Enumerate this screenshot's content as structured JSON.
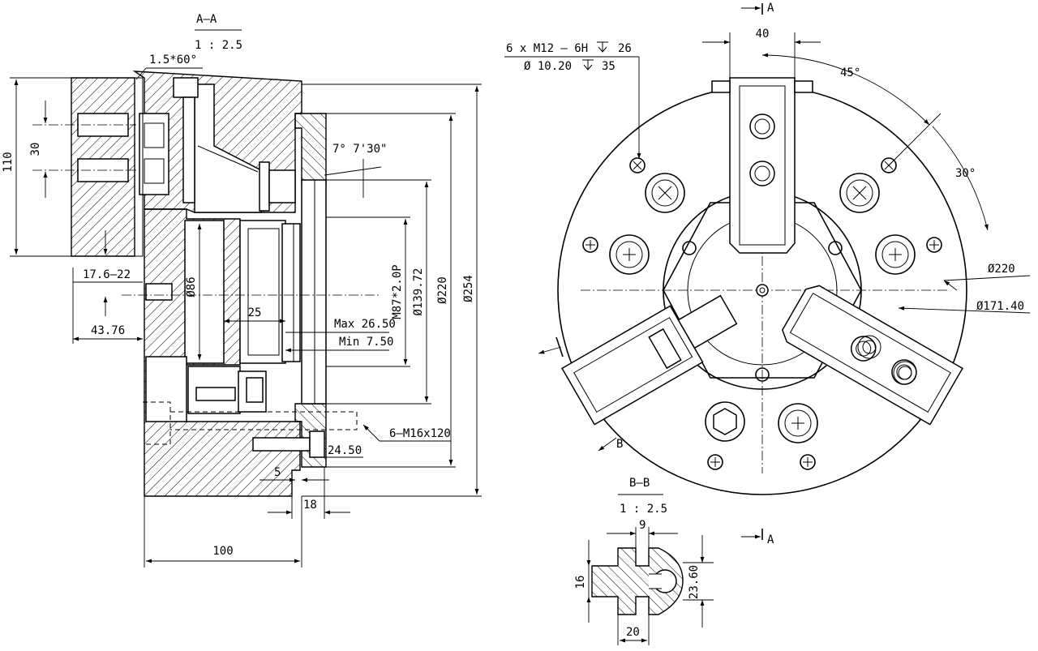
{
  "section_aa": {
    "title": "A–A",
    "scale": "1 : 2.5"
  },
  "section_bb": {
    "title": "B–B",
    "scale": "1 : 2.5"
  },
  "section_markers": {
    "a_top": "A",
    "a_bottom": "A",
    "b_left": "B"
  },
  "left_view_dims": {
    "chamfer": "1.5*60°",
    "h110": "110",
    "h30": "30",
    "d17": "17.6–22",
    "d43": "43.76",
    "d86": "Ø86",
    "d25": "25",
    "max": "Max 26.50",
    "min": "Min 7.50",
    "thread": "M87*2.0P",
    "d139": "Ø139.72",
    "d220": "Ø220",
    "d254": "Ø254",
    "angle": "7° 7'30\"",
    "bolt": "6–M16x120",
    "d24": "24.50",
    "d5": "5",
    "d18": "18",
    "d100": "100"
  },
  "right_view_dims": {
    "holes_line1": "6 x  M12 – 6H",
    "holes_depth1": "26",
    "holes_line2": "Ø  10.20",
    "holes_depth2": "35",
    "d40": "40",
    "a45": "45°",
    "a30": "30°",
    "d220": "Ø220",
    "d171": "Ø171.40"
  },
  "bb_dims": {
    "d9": "9",
    "d16": "16",
    "d23": "23.60",
    "d20": "20"
  }
}
